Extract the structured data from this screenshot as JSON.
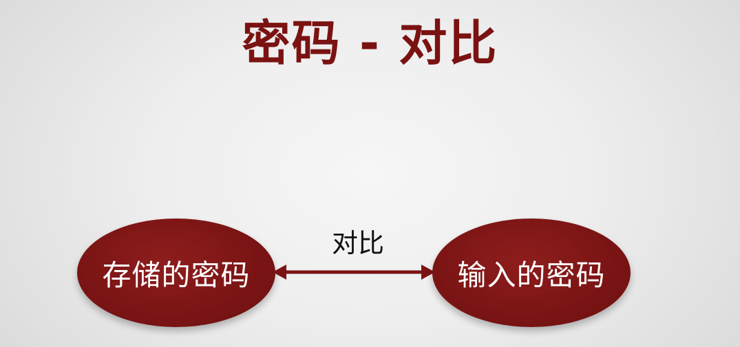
{
  "title": "密码 - 对比",
  "nodes": {
    "left": "存储的密码",
    "right": "输入的密码"
  },
  "edge": {
    "label": "对比",
    "direction": "bidirectional"
  },
  "colors": {
    "title": "#7b1212",
    "node_fill": "#7a1414",
    "node_text": "#ffffff",
    "arrow": "#7a1414"
  }
}
